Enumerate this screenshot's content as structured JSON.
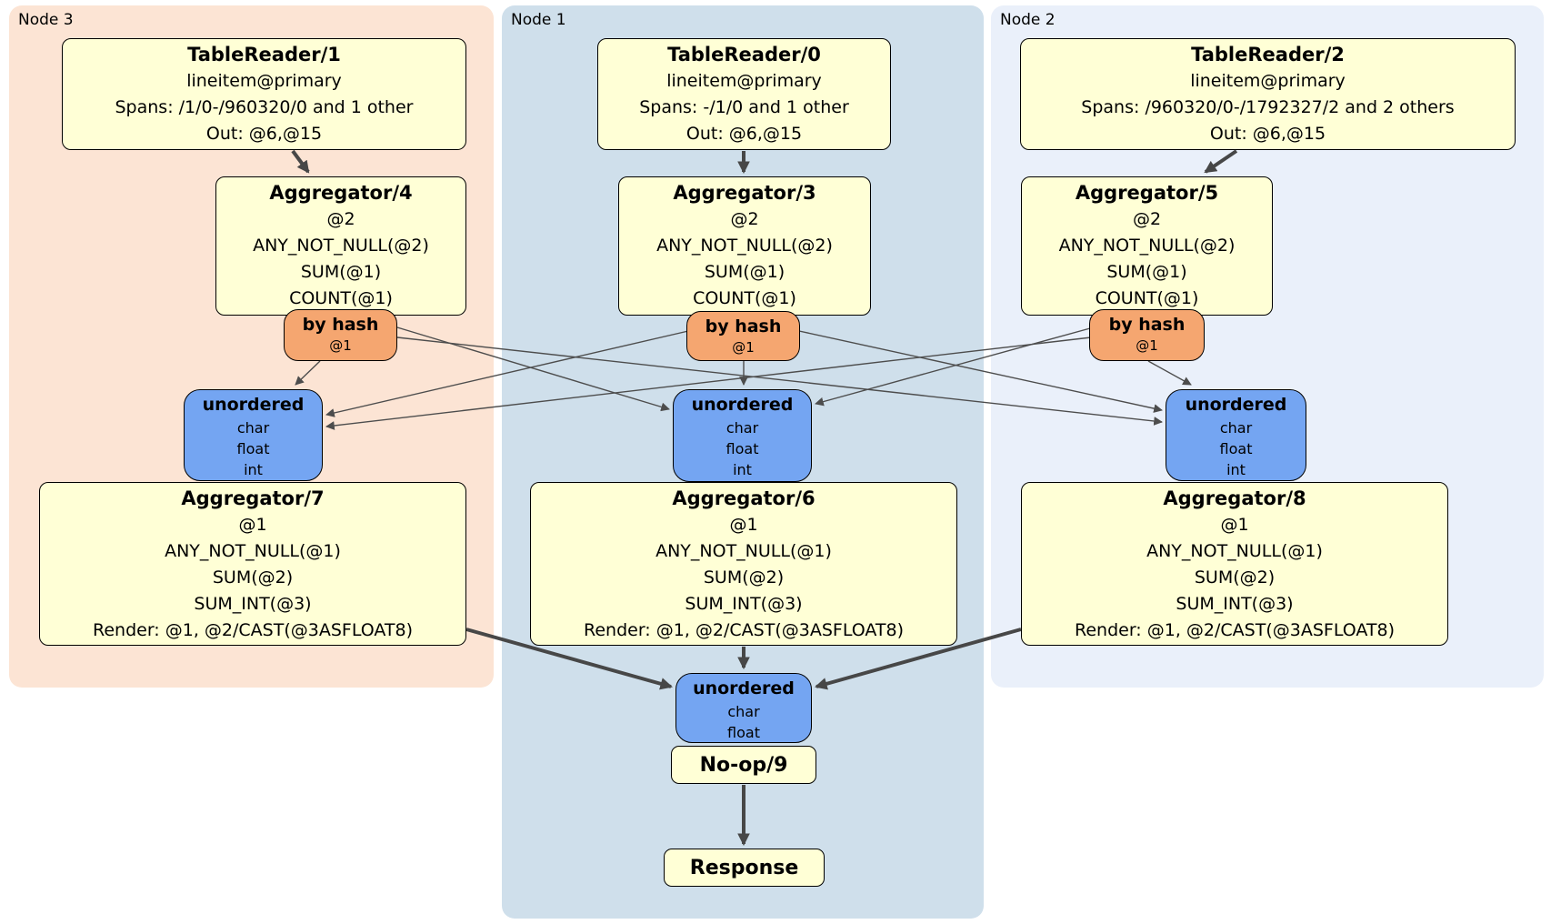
{
  "diagram": {
    "groups": [
      {
        "id": "node3",
        "label": "Node 3"
      },
      {
        "id": "node1",
        "label": "Node 1"
      },
      {
        "id": "node2",
        "label": "Node 2"
      }
    ],
    "boxes": [
      {
        "id": "tr1",
        "kind": "processor",
        "title": "TableReader/1",
        "lines": [
          "lineitem@primary",
          "Spans: /1/0-/960320/0 and 1 other",
          "Out: @6,@15"
        ]
      },
      {
        "id": "agg4",
        "kind": "processor",
        "title": "Aggregator/4",
        "lines": [
          "@2",
          "ANY_NOT_NULL(@2)",
          "SUM(@1)",
          "COUNT(@1)"
        ]
      },
      {
        "id": "hash3",
        "kind": "router",
        "title": "by hash",
        "lines": [
          "@1"
        ]
      },
      {
        "id": "uno3",
        "kind": "synchronizer",
        "title": "unordered",
        "lines": [
          "char",
          "float",
          "int"
        ]
      },
      {
        "id": "agg7",
        "kind": "processor",
        "title": "Aggregator/7",
        "lines": [
          "@1",
          "ANY_NOT_NULL(@1)",
          "SUM(@2)",
          "SUM_INT(@3)",
          "Render: @1, @2/CAST(@3ASFLOAT8)"
        ]
      },
      {
        "id": "tr0",
        "kind": "processor",
        "title": "TableReader/0",
        "lines": [
          "lineitem@primary",
          "Spans: -/1/0 and 1 other",
          "Out: @6,@15"
        ]
      },
      {
        "id": "agg3",
        "kind": "processor",
        "title": "Aggregator/3",
        "lines": [
          "@2",
          "ANY_NOT_NULL(@2)",
          "SUM(@1)",
          "COUNT(@1)"
        ]
      },
      {
        "id": "hash1",
        "kind": "router",
        "title": "by hash",
        "lines": [
          "@1"
        ]
      },
      {
        "id": "uno1",
        "kind": "synchronizer",
        "title": "unordered",
        "lines": [
          "char",
          "float",
          "int"
        ]
      },
      {
        "id": "agg6",
        "kind": "processor",
        "title": "Aggregator/6",
        "lines": [
          "@1",
          "ANY_NOT_NULL(@1)",
          "SUM(@2)",
          "SUM_INT(@3)",
          "Render: @1, @2/CAST(@3ASFLOAT8)"
        ]
      },
      {
        "id": "unoF",
        "kind": "synchronizer",
        "title": "unordered",
        "lines": [
          "char",
          "float"
        ]
      },
      {
        "id": "noop",
        "kind": "processor",
        "title": "No-op/9",
        "lines": []
      },
      {
        "id": "resp",
        "kind": "processor",
        "title": "Response",
        "lines": []
      },
      {
        "id": "tr2",
        "kind": "processor",
        "title": "TableReader/2",
        "lines": [
          "lineitem@primary",
          "Spans: /960320/0-/1792327/2 and 2 others",
          "Out: @6,@15"
        ]
      },
      {
        "id": "agg5",
        "kind": "processor",
        "title": "Aggregator/5",
        "lines": [
          "@2",
          "ANY_NOT_NULL(@2)",
          "SUM(@1)",
          "COUNT(@1)"
        ]
      },
      {
        "id": "hash2",
        "kind": "router",
        "title": "by hash",
        "lines": [
          "@1"
        ]
      },
      {
        "id": "uno2",
        "kind": "synchronizer",
        "title": "unordered",
        "lines": [
          "char",
          "float",
          "int"
        ]
      },
      {
        "id": "agg8",
        "kind": "processor",
        "title": "Aggregator/8",
        "lines": [
          "@1",
          "ANY_NOT_NULL(@1)",
          "SUM(@2)",
          "SUM_INT(@3)",
          "Render: @1, @2/CAST(@3ASFLOAT8)"
        ]
      }
    ],
    "edges": [
      {
        "from": "tr1",
        "to": "agg4"
      },
      {
        "from": "tr0",
        "to": "agg3"
      },
      {
        "from": "tr2",
        "to": "agg5"
      },
      {
        "from": "hash3",
        "to": "uno3"
      },
      {
        "from": "hash3",
        "to": "uno1"
      },
      {
        "from": "hash3",
        "to": "uno2"
      },
      {
        "from": "hash1",
        "to": "uno3"
      },
      {
        "from": "hash1",
        "to": "uno1"
      },
      {
        "from": "hash1",
        "to": "uno2"
      },
      {
        "from": "hash2",
        "to": "uno3"
      },
      {
        "from": "hash2",
        "to": "uno1"
      },
      {
        "from": "hash2",
        "to": "uno2"
      },
      {
        "from": "agg7",
        "to": "unoF"
      },
      {
        "from": "agg6",
        "to": "unoF"
      },
      {
        "from": "agg8",
        "to": "unoF"
      },
      {
        "from": "noop",
        "to": "resp"
      }
    ],
    "colors": {
      "node3_bg": "#fce4d4",
      "node1_bg": "#cfdfeb",
      "node2_bg": "#eaf0fa",
      "processor_fill": "#ffffd6",
      "router_fill": "#f5a670",
      "synchronizer_fill": "#74a5f2",
      "edge": "#474747",
      "border": "#000000"
    }
  }
}
